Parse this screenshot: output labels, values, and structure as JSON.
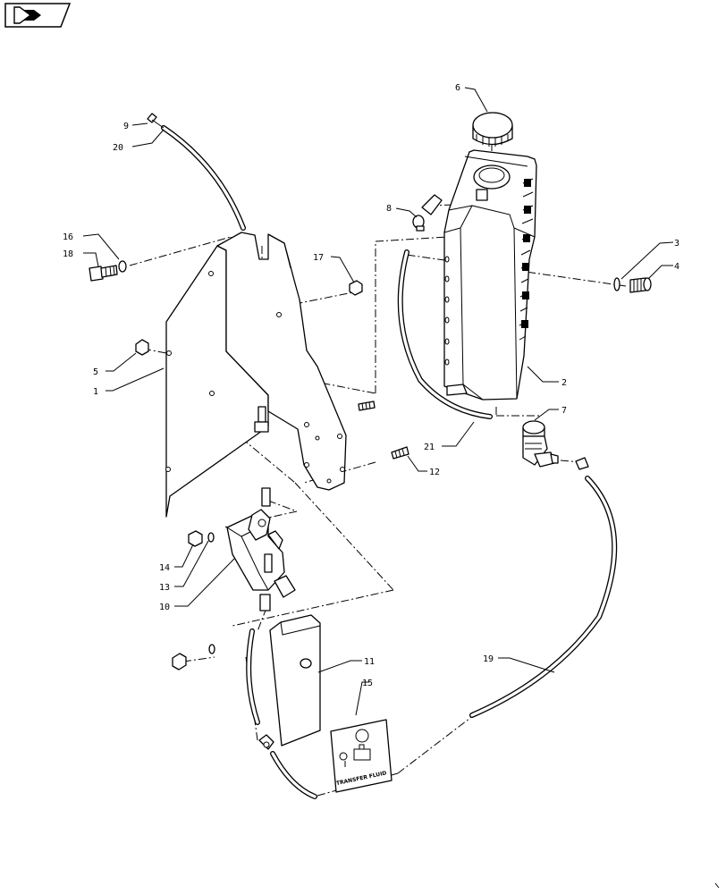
{
  "callouts": [
    {
      "id": "c1",
      "label": "1"
    },
    {
      "id": "c2",
      "label": "2"
    },
    {
      "id": "c3",
      "label": "3"
    },
    {
      "id": "c4",
      "label": "4"
    },
    {
      "id": "c5",
      "label": "5"
    },
    {
      "id": "c6",
      "label": "6"
    },
    {
      "id": "c7",
      "label": "7"
    },
    {
      "id": "c8",
      "label": "8"
    },
    {
      "id": "c9",
      "label": "9"
    },
    {
      "id": "c10",
      "label": "10"
    },
    {
      "id": "c11",
      "label": "11"
    },
    {
      "id": "c12",
      "label": "12"
    },
    {
      "id": "c13",
      "label": "13"
    },
    {
      "id": "c14",
      "label": "14"
    },
    {
      "id": "c15",
      "label": "15"
    },
    {
      "id": "c16",
      "label": "16"
    },
    {
      "id": "c17",
      "label": "17"
    },
    {
      "id": "c18",
      "label": "18"
    },
    {
      "id": "c19",
      "label": "19"
    },
    {
      "id": "c20",
      "label": "20"
    },
    {
      "id": "c21",
      "label": "21"
    }
  ],
  "decal": {
    "text": "TRANSFER FLUID"
  },
  "icons": {
    "nav": "arrow-flag-icon"
  }
}
